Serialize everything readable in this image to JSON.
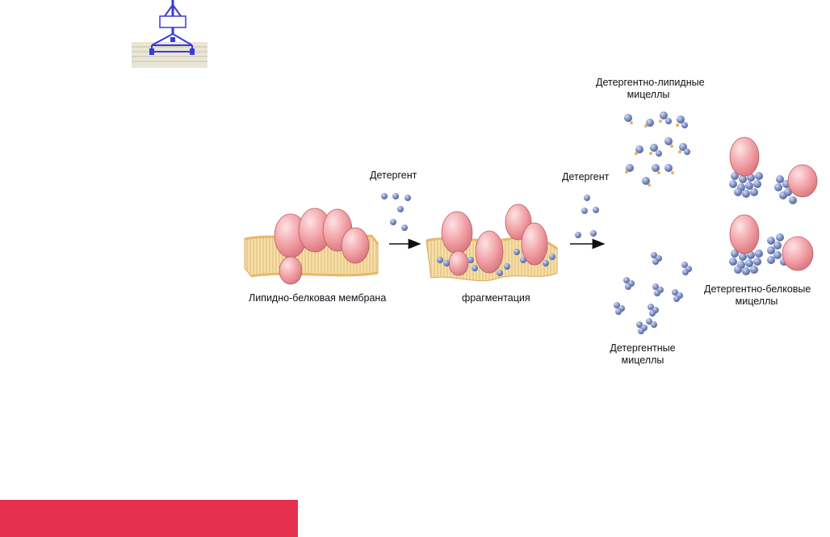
{
  "labels": {
    "detergent_1": "Детергент",
    "detergent_2": "Детергент",
    "membrane": "Липидно-белковая мембрана",
    "fragmentation": "фрагментация",
    "lipid_micelles_line1": "Детергентно-липидные",
    "lipid_micelles_line2": "мицеллы",
    "detergent_micelles_line1": "Детергентные",
    "detergent_micelles_line2": "мицеллы",
    "protein_micelles_line1": "Детергентно-белковые",
    "protein_micelles_line2": "мицеллы"
  },
  "colors": {
    "protein": "#f2a3a8",
    "protein_dark": "#d9757e",
    "membrane": "#f3d291",
    "membrane_dark": "#d9a85a",
    "detergent": "#7e8fc4",
    "detergent_dark": "#4e5f98",
    "logo": "#3a3ad8",
    "banner": "#e5304f"
  },
  "icons": {
    "logo": "membrane-protein-logo-icon",
    "arrow": "arrow-right-icon"
  }
}
